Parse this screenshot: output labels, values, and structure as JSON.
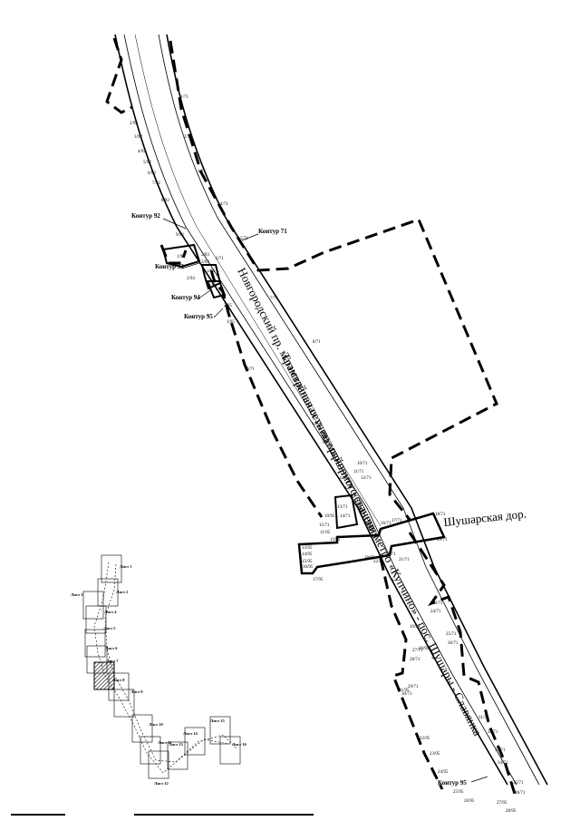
{
  "map": {
    "street_main": "Новгородский пр. магистральная улица районного значения",
    "street_tram": "Трамвайная сеть по маршруту «станция метро «Купчино» - пос. Шушары - Славянка",
    "street_side": "Шушарская дор.",
    "contours": [
      "Контур 71",
      "Контур 92",
      "Контур 93",
      "Контур 94",
      "Контур 95",
      "Контур 95"
    ],
    "point_labels": [
      "1/71",
      "2/71",
      "3/71",
      "4/71",
      "5/71",
      "6/71",
      "7/71",
      "8/71",
      "9/71",
      "10/71",
      "11/71",
      "12/71",
      "13/71",
      "14/71",
      "15/71",
      "16/71",
      "17/71",
      "18/71",
      "19/71",
      "20/71",
      "21/71",
      "22/71",
      "23/71",
      "24/71",
      "25/71",
      "26/71",
      "27/71",
      "28/71",
      "29/71",
      "30/71",
      "31/71",
      "32/71",
      "33/71",
      "34/71",
      "35/71",
      "36/71",
      "2/92",
      "3/92",
      "4/92",
      "5/92",
      "6/92",
      "7/92",
      "8/92",
      "9/92",
      "1/93",
      "2/93",
      "3/93",
      "1/94",
      "2/94",
      "3/94",
      "1/95",
      "2/95",
      "3/95",
      "10/95",
      "11/95",
      "12/95",
      "13/95",
      "14/95",
      "15/95",
      "16/95",
      "17/95",
      "18/95",
      "19/95",
      "20/95",
      "21/95",
      "22/95",
      "23/95",
      "24/95",
      "25/95",
      "26/95",
      "27/95",
      "28/95",
      "29/95"
    ],
    "sheets": [
      "Лист 1",
      "Лист 2",
      "Лист 3",
      "Лист 4",
      "Лист 5",
      "Лист 6",
      "Лист 7",
      "Лист 8",
      "Лист 9",
      "Лист 10",
      "Лист 11",
      "Лист 12",
      "Лист 13",
      "Лист 14",
      "Лист 15",
      "Лист 16"
    ],
    "highlighted_sheet": "Лист 7"
  }
}
